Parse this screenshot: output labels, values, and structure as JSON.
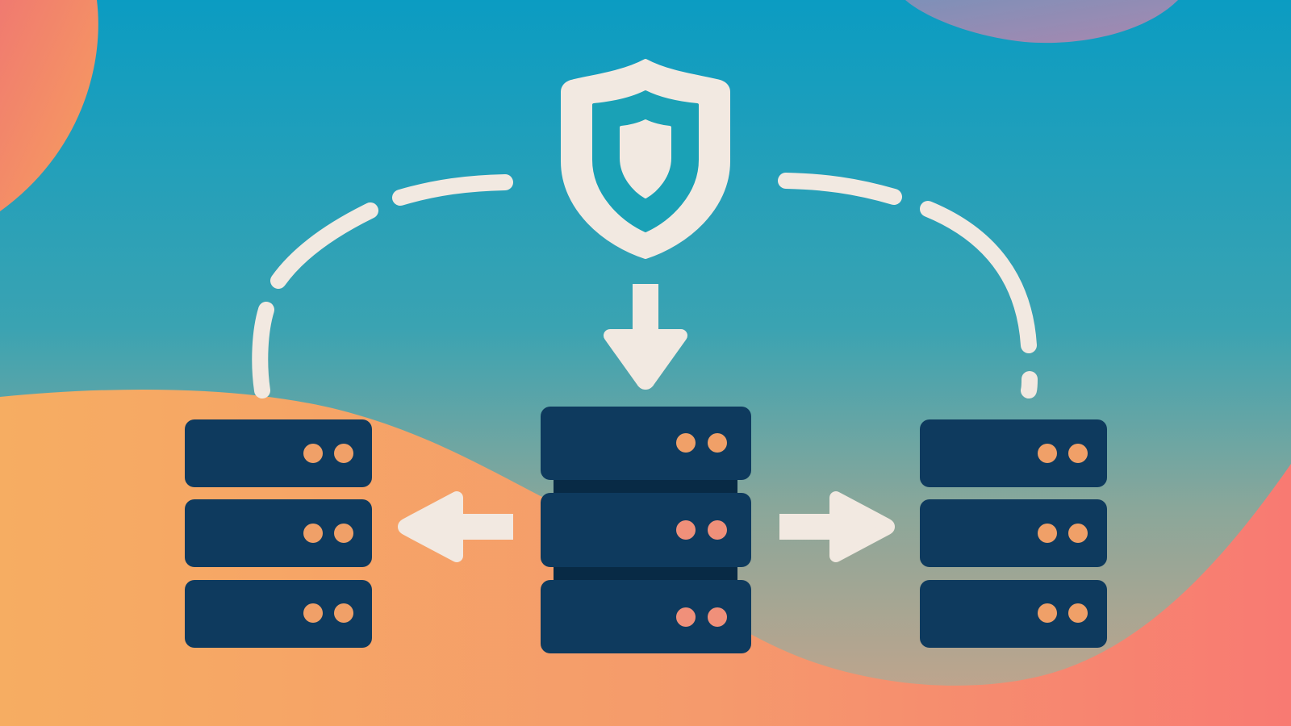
{
  "colors": {
    "sky_top": "#0b9cc2",
    "sky_mid": "#3aa3b2",
    "sky_bottom": "#8aa79a",
    "warm_left": "#f6ad62",
    "warm_right": "#f87a72",
    "blob_topleft": "#f27d6c",
    "blob_topright": "#9a86b0",
    "cream": "#f2e9e1",
    "server_navy": "#0e3a5e",
    "server_gap": "#082a45",
    "led_orange": "#f0a068",
    "led_coral": "#f0907a"
  },
  "diagram": {
    "nodes": [
      {
        "id": "security",
        "icon": "shield-icon"
      },
      {
        "id": "primary",
        "icon": "server-rack-icon",
        "units": 3
      },
      {
        "id": "replica-left",
        "icon": "server-rack-icon",
        "units": 3
      },
      {
        "id": "replica-right",
        "icon": "server-rack-icon",
        "units": 3
      }
    ],
    "connections": [
      {
        "from": "security",
        "to": "primary",
        "style": "solid-arrow"
      },
      {
        "from": "primary",
        "to": "replica-left",
        "style": "solid-arrow"
      },
      {
        "from": "primary",
        "to": "replica-right",
        "style": "solid-arrow"
      },
      {
        "from": "security",
        "to": "replica-left",
        "style": "dashed-arc"
      },
      {
        "from": "security",
        "to": "replica-right",
        "style": "dashed-arc"
      }
    ]
  }
}
